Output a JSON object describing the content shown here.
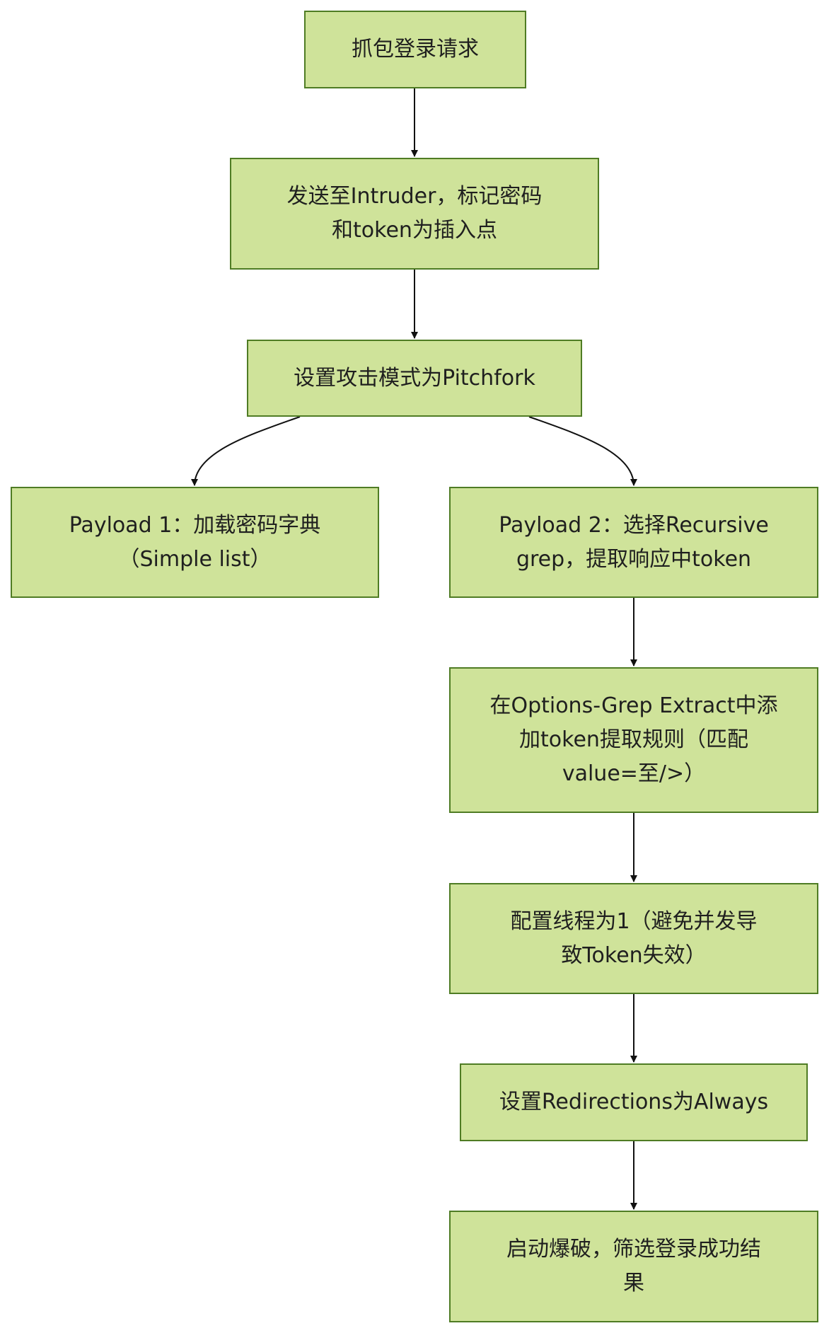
{
  "diagram": {
    "nodes": [
      {
        "id": "n1",
        "label": "抓包登录请求"
      },
      {
        "id": "n2",
        "label": "发送至Intruder，标记密码\n和token为插入点"
      },
      {
        "id": "n3",
        "label": "设置攻击模式为Pitchfork"
      },
      {
        "id": "n4",
        "label": "Payload 1：加载密码字典\n（Simple list）"
      },
      {
        "id": "n5",
        "label": "Payload 2：选择Recursive\ngrep，提取响应中token"
      },
      {
        "id": "n6",
        "label": "在Options-Grep Extract中添\n加token提取规则（匹配\nvalue=至/>）"
      },
      {
        "id": "n7",
        "label": "配置线程为1（避免并发导\n致Token失效）"
      },
      {
        "id": "n8",
        "label": "设置Redirections为Always"
      },
      {
        "id": "n9",
        "label": "启动爆破，筛选登录成功结\n果"
      }
    ],
    "edges": [
      {
        "from": "n1",
        "to": "n2"
      },
      {
        "from": "n2",
        "to": "n3"
      },
      {
        "from": "n3",
        "to": "n4"
      },
      {
        "from": "n3",
        "to": "n5"
      },
      {
        "from": "n5",
        "to": "n6"
      },
      {
        "from": "n6",
        "to": "n7"
      },
      {
        "from": "n7",
        "to": "n8"
      },
      {
        "from": "n8",
        "to": "n9"
      }
    ],
    "colors": {
      "node_fill": "#cfe39a",
      "node_border": "#4f7c24",
      "edge": "#111111",
      "text": "#1f1f1f"
    }
  }
}
